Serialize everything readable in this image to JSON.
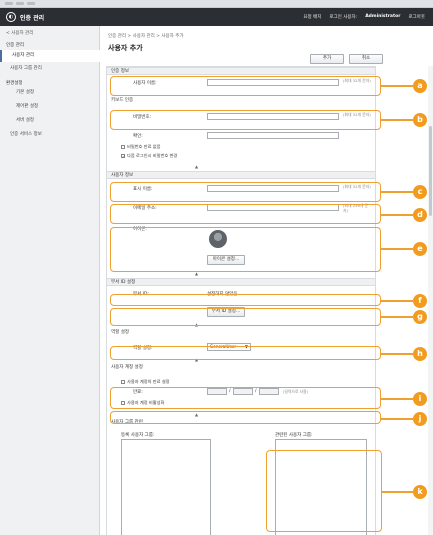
{
  "header": {
    "app_title": "인증 관리",
    "links": [
      "요청 배치",
      "로그인 사용자:",
      "Administrator",
      "로그아웃"
    ]
  },
  "sidebar": {
    "back": "< 사용자 관리",
    "section1": "인증 관리",
    "items": [
      "사용자 관리",
      "사용자 그룹 관리"
    ],
    "section2": "환경설정",
    "sub_items": [
      "기본 설정",
      "제어판 설정",
      "서버 설정",
      "인증 서비스 정보"
    ]
  },
  "main": {
    "breadcrumb": "인증 관리 > 사용자 관리 > 사용자 추가",
    "title": "사용자 추가",
    "add_label": "추가",
    "cancel_label": "취소"
  },
  "auth": {
    "head": "인증 정보",
    "username_label": "사용자 이름:",
    "username_hint": "(최대 32개 문자)"
  },
  "password": {
    "head": "키보드 인증",
    "password_label": "비밀번호:",
    "password_hint": "(최대 32개 문자)",
    "confirm_label": "확인:",
    "no_expire": "비밀번호 만료 없음",
    "change_next": "다음 로그인시 비밀번호 변경"
  },
  "userinfo": {
    "head": "사용자 정보",
    "display_label": "표시 이름:",
    "display_hint": "(최대 32개 문자)",
    "email_label": "이메일 주소:",
    "email_hint": "(최대 256개 문자)",
    "icon_label": "아이콘:",
    "icon_btn": "아이콘 설정..."
  },
  "dept": {
    "head": "부서 ID 설정",
    "id_label": "부서 ID:",
    "id_value": "설정하지 않았음.",
    "set_btn": "부서 ID 설정..."
  },
  "role": {
    "head": "역할 설정",
    "role_label": "역할 설정:",
    "role_value": "GeneralUser"
  },
  "account": {
    "head": "사용자 계정 설정",
    "expire_check": "사용자 계정의 만료 설정",
    "expiry_label": "만료:",
    "expiry_hint": "(달력으로 사용)",
    "disable_check": "사용자 계정 비활성화"
  },
  "group": {
    "head": "사용자 그룹 관련",
    "registered_label": "등록 사용자 그룹:",
    "related_label": "관련된 사용자 그룹:"
  },
  "callouts": [
    "a",
    "b",
    "c",
    "d",
    "e",
    "f",
    "g",
    "h",
    "i",
    "j",
    "k"
  ],
  "colors": {
    "accent": "#f29c1f",
    "header": "#2b2e33"
  }
}
